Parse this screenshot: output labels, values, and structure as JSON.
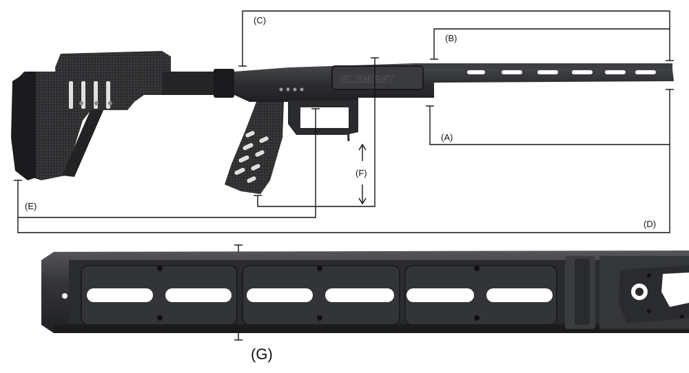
{
  "labels": {
    "a": "(A)",
    "b": "(B)",
    "c": "(C)",
    "d": "(D)",
    "e": "(E)",
    "f": "(F)",
    "g": "(G)"
  },
  "brand_text": "ELEMENT",
  "colors": {
    "body": "#2f3033",
    "body_dark": "#1c1d1f",
    "carbon": "#2b2b2d",
    "line": "#111111"
  }
}
